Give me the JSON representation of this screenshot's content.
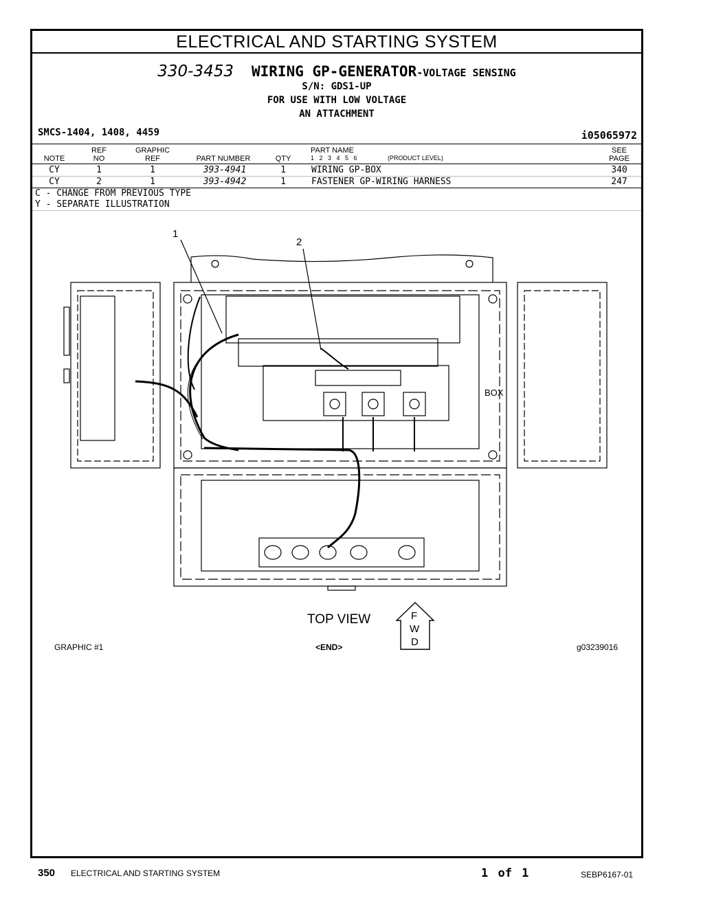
{
  "section_title": "ELECTRICAL AND STARTING SYSTEM",
  "group": {
    "number": "330-3453",
    "name": "WIRING GP-GENERATOR",
    "suffix": "-VOLTAGE SENSING",
    "serial": "S/N: GDS1-UP",
    "note1": "FOR USE WITH LOW VOLTAGE",
    "note2": "AN ATTACHMENT"
  },
  "smcs": "SMCS-1404, 1408, 4459",
  "illustration_id": "i05065972",
  "table": {
    "headers": {
      "note": "NOTE",
      "ref_top": "REF",
      "ref_bottom": "NO",
      "graphic_top": "GRAPHIC",
      "graphic_bottom": "REF",
      "part_number": "PART NUMBER",
      "qty": "QTY",
      "part_name": "PART NAME",
      "levels": "1   2   3   4   5   6",
      "product_level": "(PRODUCT LEVEL)",
      "see_top": "SEE",
      "see_bottom": "PAGE"
    },
    "rows": [
      {
        "note": "CY",
        "ref": "1",
        "graphic": "1",
        "part": "393-4941",
        "qty": "1",
        "name": "WIRING GP-BOX",
        "page": "340"
      },
      {
        "note": "CY",
        "ref": "2",
        "graphic": "1",
        "part": "393-4942",
        "qty": "1",
        "name": "FASTENER GP-WIRING HARNESS",
        "page": "247"
      }
    ]
  },
  "legend": [
    "C - CHANGE FROM PREVIOUS TYPE",
    "Y - SEPARATE ILLUSTRATION"
  ],
  "illustration": {
    "callout_1": "1",
    "callout_2": "2",
    "box_label": "BOX",
    "top_view": "TOP VIEW",
    "fwd_f": "F",
    "fwd_w": "W",
    "fwd_d": "D",
    "graphic_no": "GRAPHIC #1",
    "end": "<END>",
    "graphic_id": "g03239016"
  },
  "footer": {
    "page": "350",
    "title": "ELECTRICAL AND STARTING SYSTEM",
    "sheet": "1 of 1",
    "doc": "SEBP6167-01"
  }
}
